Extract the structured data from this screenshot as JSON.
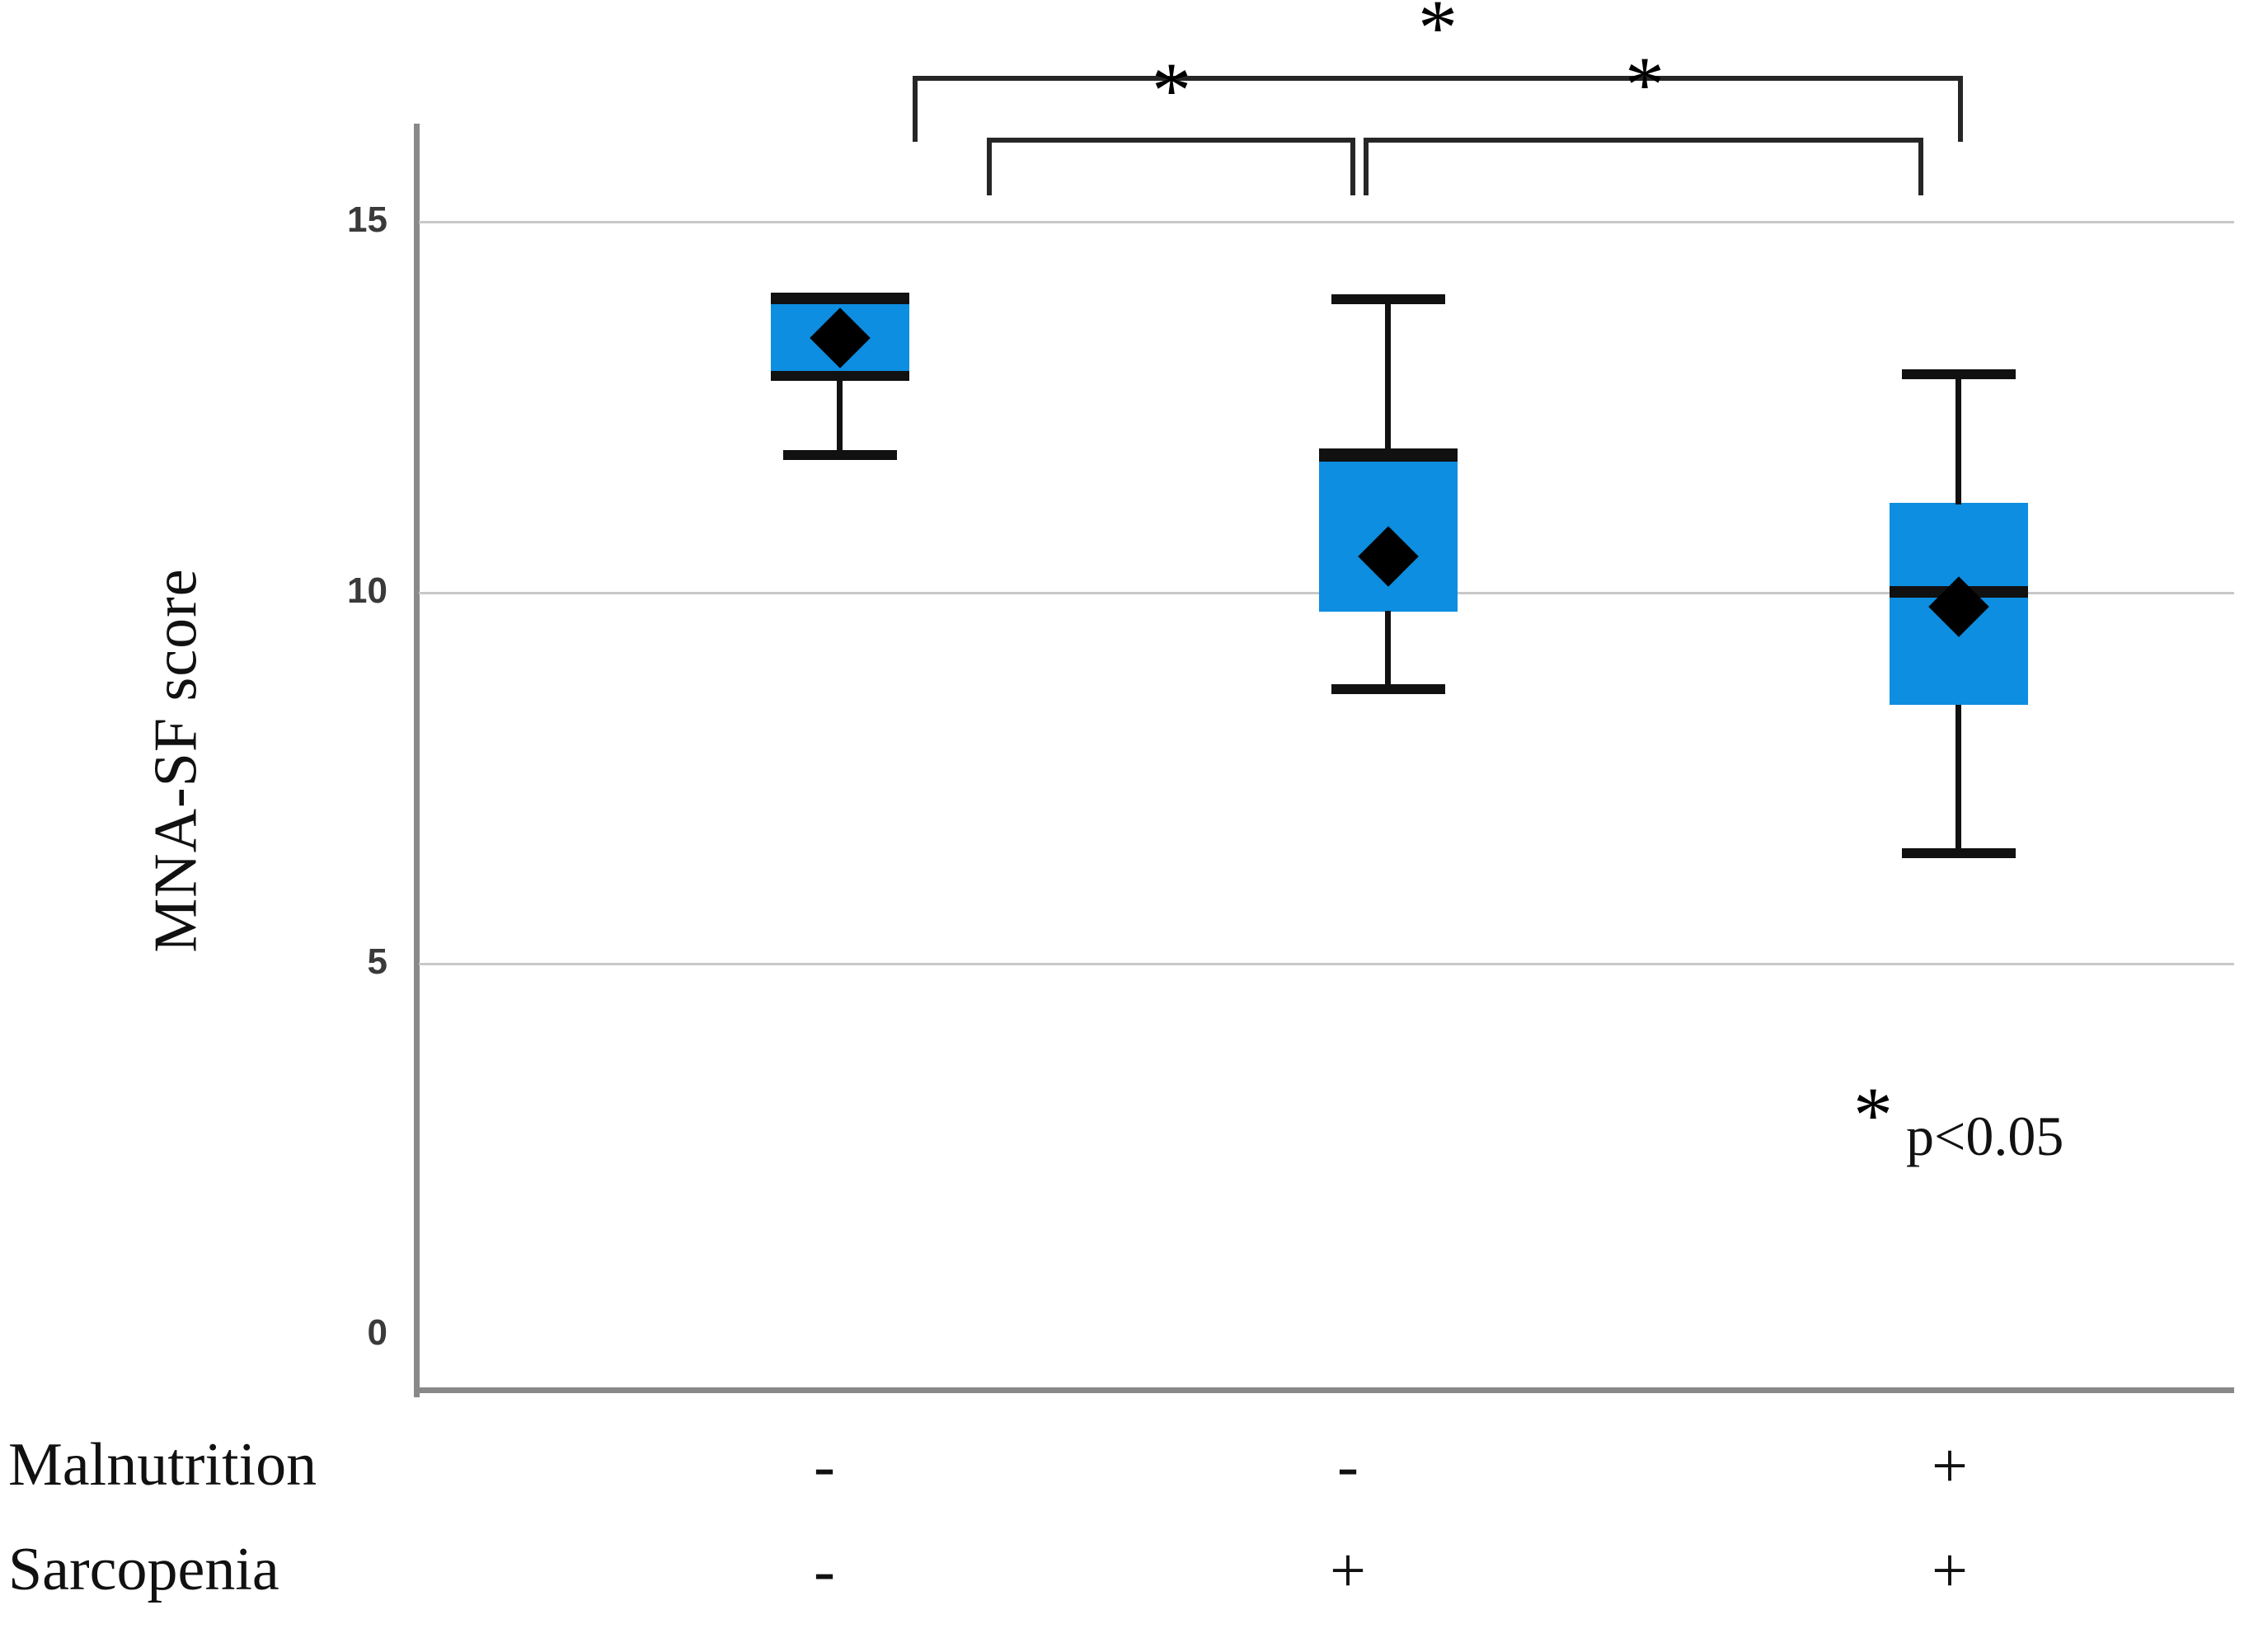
{
  "chart_data": {
    "type": "box",
    "title": "",
    "xlabel": "",
    "ylabel": "MNA-SF score",
    "ylim": [
      0,
      15
    ],
    "yticks": [
      "15",
      "10",
      "5",
      "0"
    ],
    "ytick_values": [
      15,
      10,
      5,
      0
    ],
    "grid": "horizontal",
    "legend_position": "inside-bottom-right",
    "series_color": "#0d8ee0",
    "categories": [
      {
        "malnutrition": "-",
        "sarcopenia": "-"
      },
      {
        "malnutrition": "-",
        "sarcopenia": "+"
      },
      {
        "malnutrition": "+",
        "sarcopenia": "+"
      }
    ],
    "row_labels": [
      "Malnutrition",
      "Sarcopenia"
    ],
    "boxes": [
      {
        "group": 1,
        "whisker_low": 12.0,
        "q1": 13.0,
        "median": 14.0,
        "q3": 14.0,
        "whisker_high": 14.0,
        "mean": 13.5
      },
      {
        "group": 2,
        "whisker_low": 9.0,
        "q1": 10.0,
        "median": 12.0,
        "q3": 12.0,
        "whisker_high": 14.0,
        "mean": 10.7
      },
      {
        "group": 3,
        "whisker_low": 7.0,
        "q1": 8.0,
        "median": 10.0,
        "q3": 11.0,
        "whisker_high": 13.0,
        "mean": 9.85
      }
    ],
    "annotations": [
      {
        "id": "bracket-1-3",
        "label": "*",
        "from_group": 1,
        "to_group": 3
      },
      {
        "id": "bracket-1-2",
        "label": "*",
        "from_group": 1,
        "to_group": 2
      },
      {
        "id": "bracket-2-3",
        "label": "*",
        "from_group": 2,
        "to_group": 3
      }
    ],
    "legend": {
      "symbol": "*",
      "text": "p<0.05"
    }
  }
}
